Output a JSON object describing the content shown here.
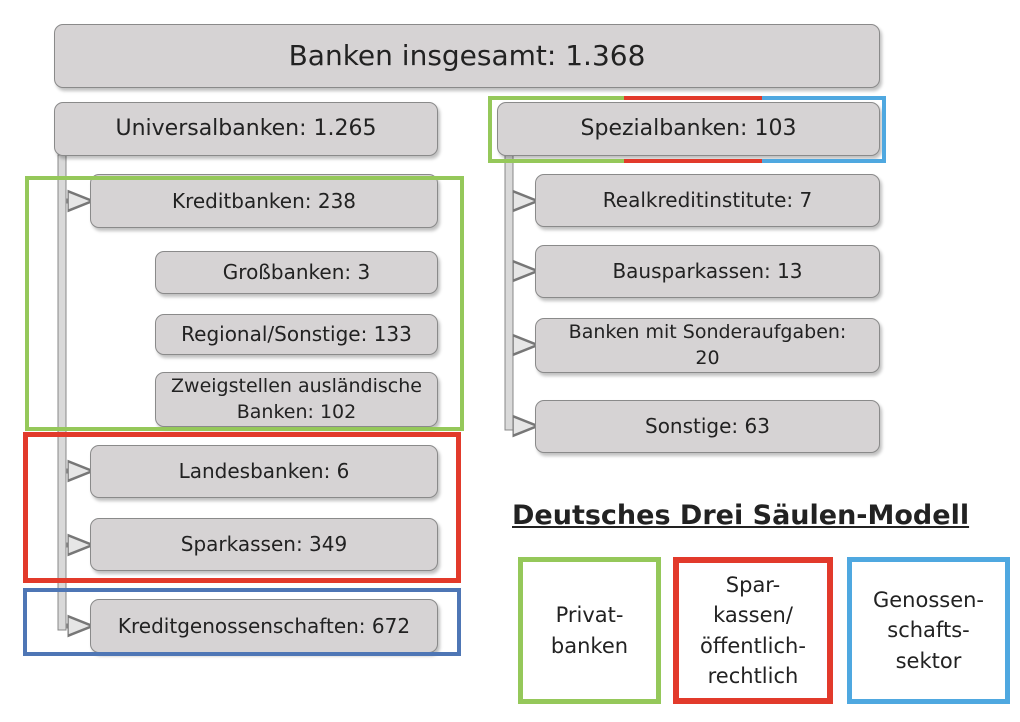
{
  "total": "Banken insgesamt: 1.368",
  "universal": {
    "title": "Universalbanken:  1.265",
    "kreditbanken": "Kreditbanken: 238",
    "grossbanken": "Großbanken: 3",
    "regional": "Regional/Sonstige: 133",
    "zweigstellen": "Zweigstellen ausländische\nBanken: 102",
    "landesbanken": "Landesbanken: 6",
    "sparkassen": "Sparkassen: 349",
    "kreditgenossenschaften": "Kreditgenossenschaften: 672"
  },
  "spezial": {
    "title": "Spezialbanken: 103",
    "realkredit": "Realkreditinstitute: 7",
    "bausparkassen": "Bausparkassen: 13",
    "sonderaufgaben": "Banken mit Sonderaufgaben:\n20",
    "sonstige": "Sonstige: 63"
  },
  "legend": {
    "heading": "Deutsches Drei Säulen-Modell",
    "private": "Privat-\nbanken",
    "public": "Spar-\nkassen/\nöffentlich-\nrechtlich",
    "cooperative": "Genossen-\nschafts-\nsektor"
  },
  "colors": {
    "private": "#95c85a",
    "public": "#e23a2b",
    "cooperative_frame": "#4e76b5",
    "cooperative_legend": "#4fa8e0",
    "box_fill": "#d6d3d4"
  }
}
